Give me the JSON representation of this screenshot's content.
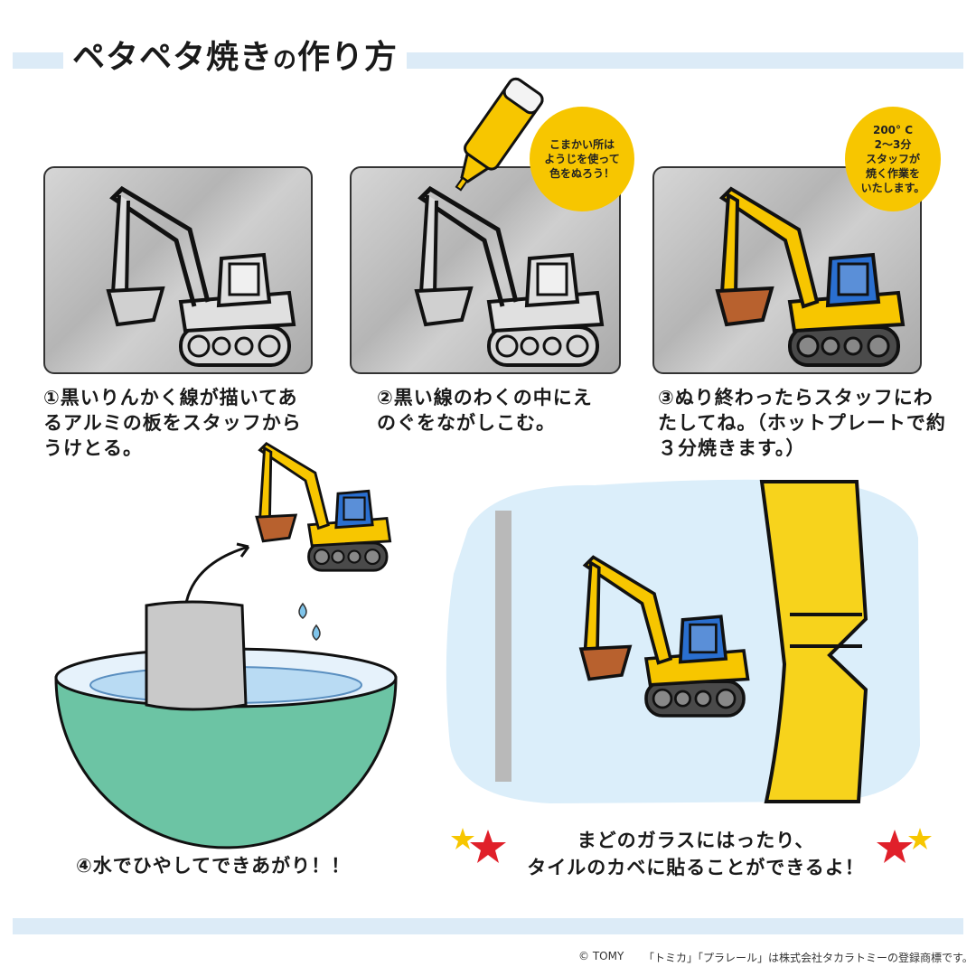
{
  "title": {
    "main": "ペタペタ焼き",
    "particle": "の",
    "rest": "作り方"
  },
  "steps": [
    {
      "number": "①",
      "text": "黒いりんかく線が描いてあるアルミの板をスタッフからうけとる。"
    },
    {
      "number": "②",
      "text": "黒い線のわくの中にえのぐをながしこむ。"
    },
    {
      "number": "③",
      "text": "ぬり終わったらスタッフにわたしてね。（ホットプレートで約３分焼きます。）"
    },
    {
      "number": "④",
      "text": "水でひやしてできあがり！！"
    }
  ],
  "bubbles": {
    "tip": "こまかい所は\nようじを使って\n色をぬろう！",
    "bake": "200° C\n2～3分\nスタッフが\n焼く作業を\nいたします。"
  },
  "message": {
    "line1": "まどのガラスにはったり、",
    "line2": "タイルのカベに貼ることができるよ！"
  },
  "footer": {
    "copyright": "© TOMY",
    "trademark": "「トミカ」「プラレール」は株式会社タカラトミーの登録商標です。"
  },
  "colors": {
    "yellow": "#f7c600",
    "blue": "#2a6fd0",
    "bowl": "#6cc4a4",
    "band": "#dcebf7"
  }
}
